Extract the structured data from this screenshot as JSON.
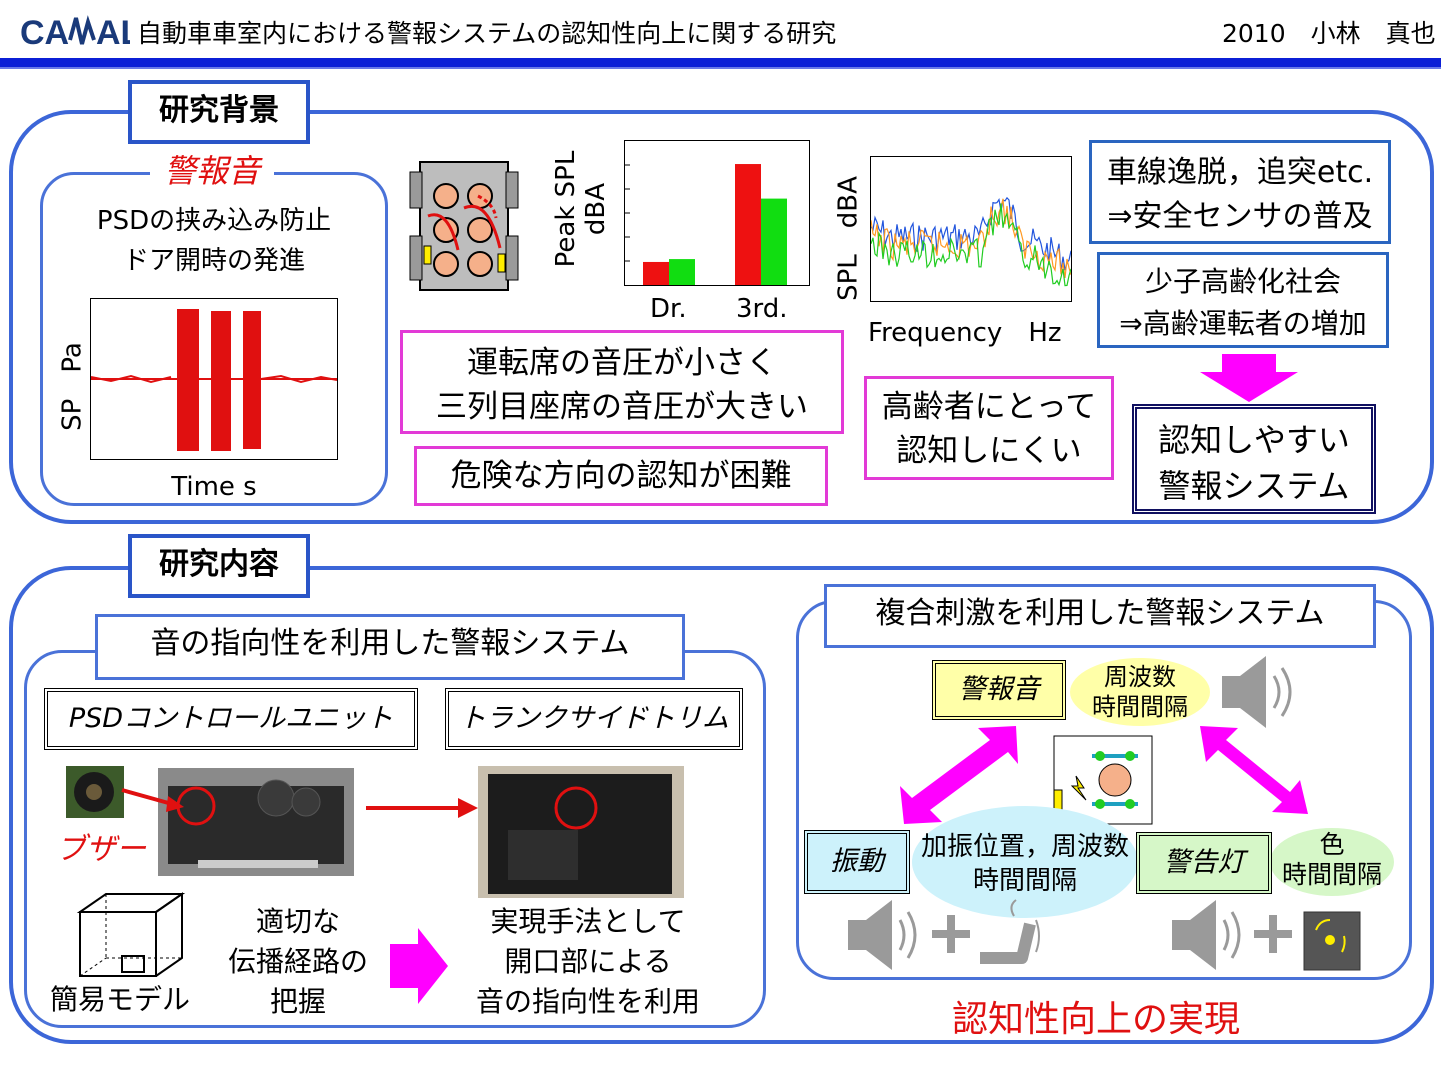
{
  "header": {
    "logo_text": "CAMAL",
    "title": "自動車車室内における警報システムの認知性向上に関する研究",
    "author": "2010　小林　真也"
  },
  "background": {
    "section_label": "研究背景",
    "alarm_label": "警報音",
    "alarm_lines": [
      "PSDの挟み込み防止",
      "ドア開時の発進"
    ],
    "waveform": {
      "ylabel": "SP　Pa",
      "xlabel": "Time s"
    },
    "bar_chart": {
      "ylabel_line1": "Peak SPL",
      "ylabel_line2": "dBA",
      "categories": [
        "Dr.",
        "3rd."
      ]
    },
    "spectrum": {
      "ylabel": "SPL　dBA",
      "xlabel": "Frequency　Hz"
    },
    "pink_box1": [
      "運転席の音圧が小さく",
      "三列目座席の音圧が大きい"
    ],
    "pink_box2": "危険な方向の認知が困難",
    "pink_box3": [
      "高齢者にとって",
      "認知しにくい"
    ],
    "blue_box1": [
      "車線逸脱，追突etc.",
      "⇒安全センサの普及"
    ],
    "blue_box2": [
      "少子高齢化社会",
      "⇒高齢運転者の増加"
    ],
    "goal_box": [
      "認知しやすい",
      "警報システム"
    ]
  },
  "content": {
    "section_label": "研究内容",
    "left": {
      "title": "音の指向性を利用した警報システム",
      "psd_unit": "PSDコントロールユニット",
      "trunk": "トランクサイドトリム",
      "buzzer": "ブザー",
      "model_label": "簡易モデル",
      "path_text": [
        "適切な",
        "伝播経路の",
        "把握"
      ],
      "result_text": [
        "実現手法として",
        "開口部による",
        "音の指向性を利用"
      ]
    },
    "right": {
      "title": "複合刺激を利用した警報システム",
      "alarm": "警報音",
      "alarm_params": [
        "周波数",
        "時間間隔"
      ],
      "vibration": "振動",
      "vibration_params": [
        "加振位置，周波数",
        "時間間隔"
      ],
      "warning_light": "警告灯",
      "light_params": [
        "色",
        "時間間隔"
      ],
      "conclusion": "認知性向上の実現"
    }
  },
  "chart_data": {
    "type": "bar",
    "categories": [
      "Dr.",
      "3rd."
    ],
    "series": [
      {
        "values": [
          8,
          42
        ]
      },
      {
        "values": [
          9,
          30
        ]
      }
    ],
    "ylabel": "Peak SPL dBA",
    "colors": [
      "#ee1111",
      "#11dd11"
    ]
  },
  "colors": {
    "accent_blue": "#3c66d8",
    "pink": "#e23ad6",
    "red": "#e01010",
    "magenta_arrow": "#ff00ff"
  }
}
